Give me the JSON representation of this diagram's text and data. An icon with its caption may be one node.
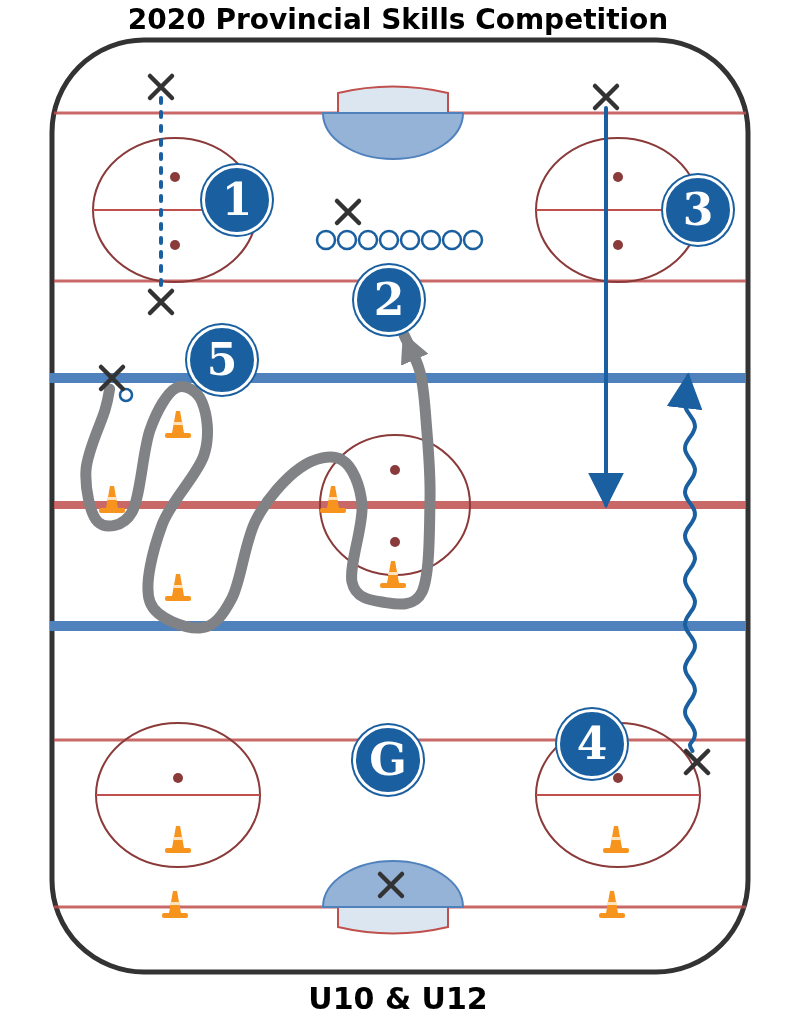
{
  "diagram": {
    "title": "2020 Provincial Skills Competition",
    "caption": "U10 & U12",
    "nodes": [
      {
        "text": [],
        "shape": "cross"
      },
      {
        "text": [],
        "shape": "cross"
      },
      {
        "text": [
          "1"
        ]
      },
      {
        "text": [
          "3"
        ]
      },
      {
        "text": [],
        "shape": "cross"
      },
      {
        "text": [
          "2"
        ]
      },
      {
        "text": [],
        "shape": "cross"
      },
      {
        "text": [
          "5"
        ]
      },
      {
        "text": [],
        "shape": "cross"
      },
      {
        "text": [
          "4"
        ]
      },
      {
        "text": [
          "G"
        ]
      },
      {
        "text": [],
        "shape": "cross"
      },
      {
        "text": [],
        "shape": "cross"
      }
    ],
    "edges": [
      {
        "from": 0,
        "to": 6,
        "arrow": "none",
        "style": "dashed"
      },
      {
        "from": 1,
        "to": null,
        "arrow": "to"
      },
      {
        "from": 11,
        "to": null,
        "arrow": "to"
      },
      {
        "from": 8,
        "to": 5,
        "arrow": "to",
        "style": "thick",
        "color": "#808285"
      }
    ]
  }
}
